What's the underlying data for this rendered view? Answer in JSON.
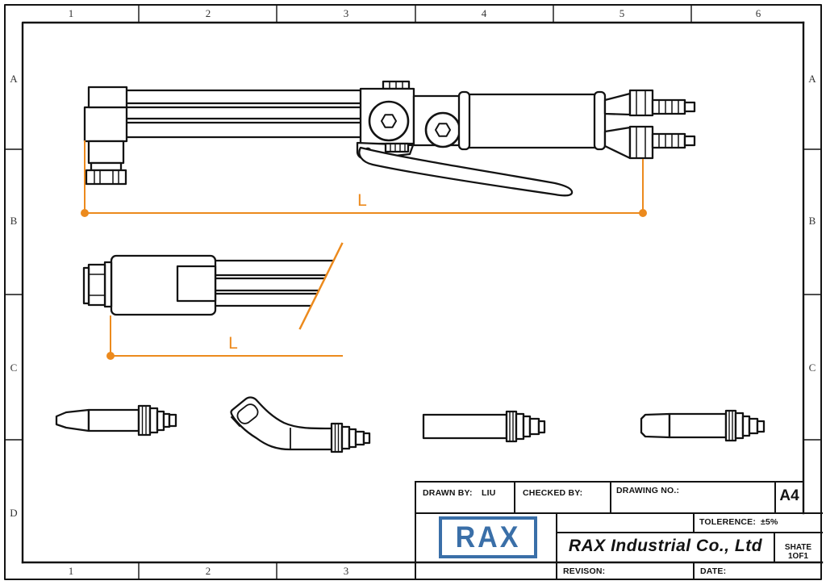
{
  "colors": {
    "line": "#131313",
    "dimension_orange": "#EC8A1D",
    "logo_blue": "#3A6FA8"
  },
  "frame": {
    "column_labels": [
      "1",
      "2",
      "3",
      "4",
      "5",
      "6"
    ],
    "row_labels": [
      "A",
      "B",
      "C",
      "D"
    ]
  },
  "views": {
    "assembled_torch_dim_label": "L",
    "head_assembly_dim_label": "L"
  },
  "title_block": {
    "drawn_by_label": "DRAWN BY:",
    "drawn_by_value": "LIU",
    "checked_by_label": "CHECKED BY:",
    "checked_by_value": "",
    "drawing_no_label": "DRAWING NO.:",
    "drawing_no_value": "",
    "paper_size": "A4",
    "tolerance_label": "TOLERENCE:",
    "tolerance_value": "±5%",
    "company_name": "RAX Industrial Co., Ltd",
    "sheet_label": "SHATE 1OF1",
    "revision_label": "REVISON:",
    "revision_value": "",
    "date_label": "DATE:",
    "date_value": "",
    "logo_text": "RAX"
  }
}
